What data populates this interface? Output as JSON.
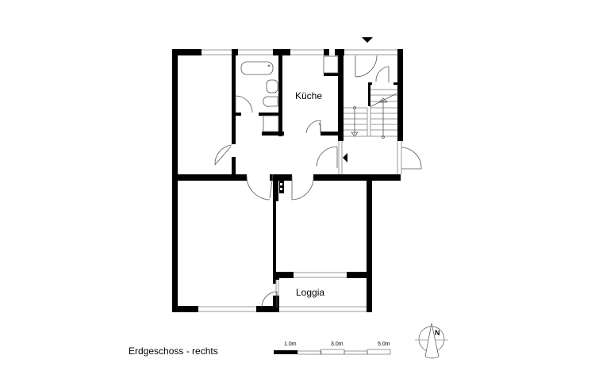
{
  "plan": {
    "title": "Erdgeschoss - rechts",
    "rooms": [
      {
        "label": "Küche"
      },
      {
        "label": "Loggia"
      }
    ],
    "scale": {
      "marks": [
        "1.0m",
        "3.0m",
        "5.0m"
      ]
    },
    "north_arrow": {
      "label": "N"
    },
    "colors": {
      "wall": "#000000",
      "window": "#999999",
      "line": "#555555"
    }
  }
}
